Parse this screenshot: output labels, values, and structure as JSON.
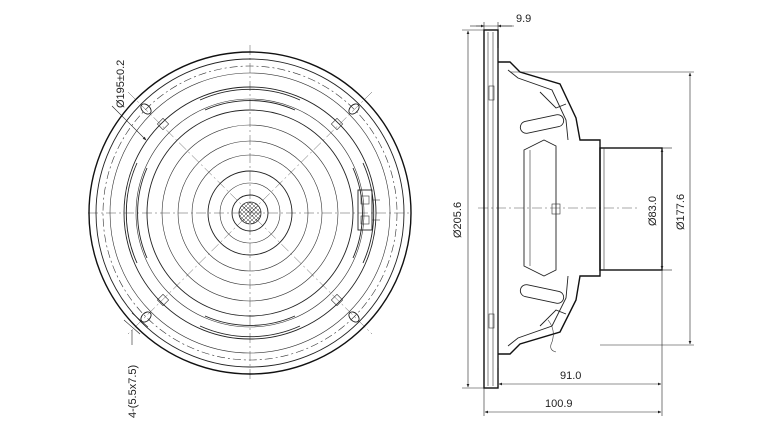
{
  "front_view": {
    "mount_circle_dia_label": "Ø195±0.2",
    "hole_label": "4-(5.5x7.5)"
  },
  "side_view": {
    "flange_thickness_label": "9.9",
    "baffle_dia_label": "Ø205.6",
    "magnet_dia_label": "Ø83.0",
    "frame_dia_label": "Ø177.6",
    "depth_label": "91.0",
    "total_depth_label": "100.9"
  },
  "colors": {
    "line": "#222222",
    "background": "#ffffff"
  }
}
